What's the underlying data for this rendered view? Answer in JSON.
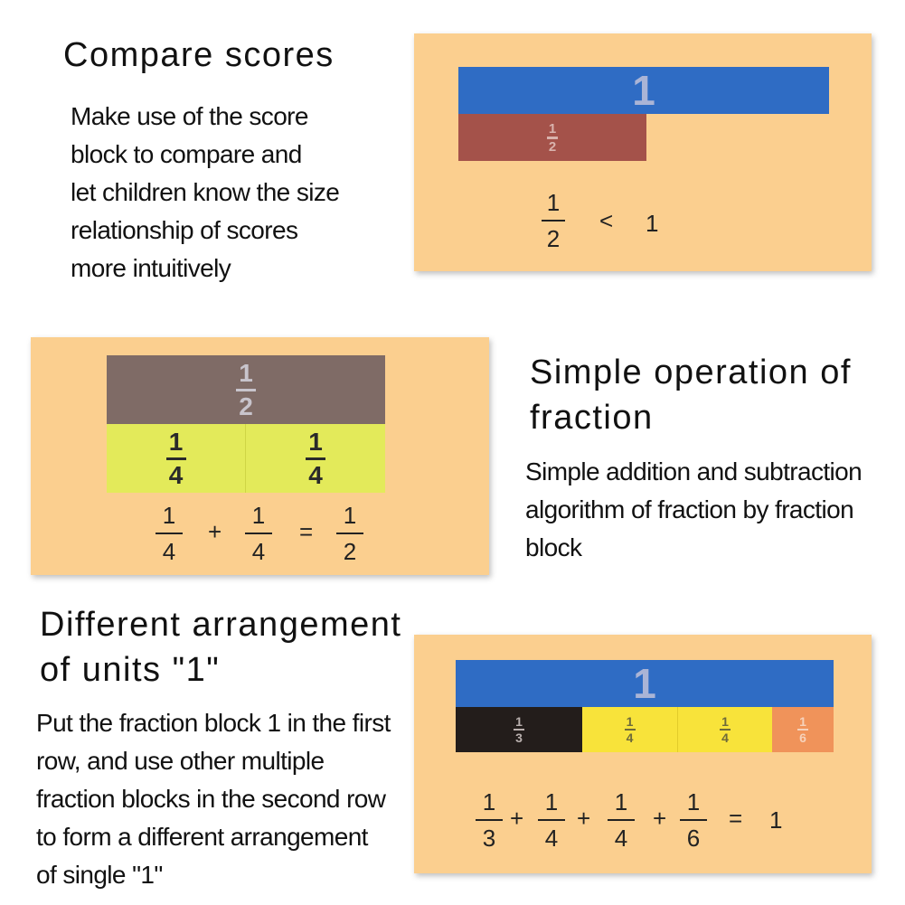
{
  "section1": {
    "title": "Compare scores",
    "description": [
      "Make use of the score",
      "block to compare and",
      "let children know the size",
      "relationship of scores",
      "more intuitively"
    ],
    "blocks": {
      "whole": "1",
      "half_num": "1",
      "half_den": "2"
    },
    "equation": {
      "num": "1",
      "den": "2",
      "op": "<",
      "rhs": "1"
    }
  },
  "section2": {
    "title_line1": "Simple operation of",
    "title_line2": "fraction",
    "description": [
      "Simple addition and subtraction",
      "algorithm of fraction by fraction",
      "block"
    ],
    "blocks": {
      "half_num": "1",
      "half_den": "2",
      "quarter_num": "1",
      "quarter_den": "4"
    },
    "equation": {
      "a_num": "1",
      "a_den": "4",
      "plus": "+",
      "b_num": "1",
      "b_den": "4",
      "equals": "=",
      "c_num": "1",
      "c_den": "2"
    }
  },
  "section3": {
    "title_line1": "Different arrangement",
    "title_line2": "of units \"1\"",
    "description": [
      "Put the fraction block 1 in the first",
      "row, and use other multiple",
      "fraction blocks in the second row",
      "to form a different arrangement",
      "of single \"1\""
    ],
    "blocks": {
      "whole": "1",
      "third_num": "1",
      "third_den": "3",
      "quarter_num": "1",
      "quarter_den": "4",
      "sixth_num": "1",
      "sixth_den": "6"
    },
    "equation": {
      "a_num": "1",
      "a_den": "3",
      "plus": "+",
      "b_num": "1",
      "b_den": "4",
      "c_num": "1",
      "c_den": "4",
      "d_num": "1",
      "d_den": "6",
      "equals": "=",
      "rhs": "1"
    }
  },
  "colors": {
    "panel": "#fbcf8f",
    "blue": "#2f6cc4",
    "red_brown": "#a4524a",
    "taupe": "#7f6b66",
    "lime": "#e3ea5a",
    "black": "#231d1b",
    "yellow": "#f8e33a",
    "orange": "#f0935a"
  }
}
